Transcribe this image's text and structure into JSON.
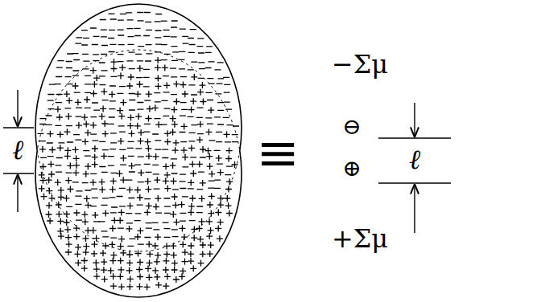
{
  "diagram": {
    "labels": [
      "ℓ",
      "≡",
      "−Σμ",
      "⊖",
      "⊕",
      "ℓ",
      "+Σμ"
    ]
  }
}
